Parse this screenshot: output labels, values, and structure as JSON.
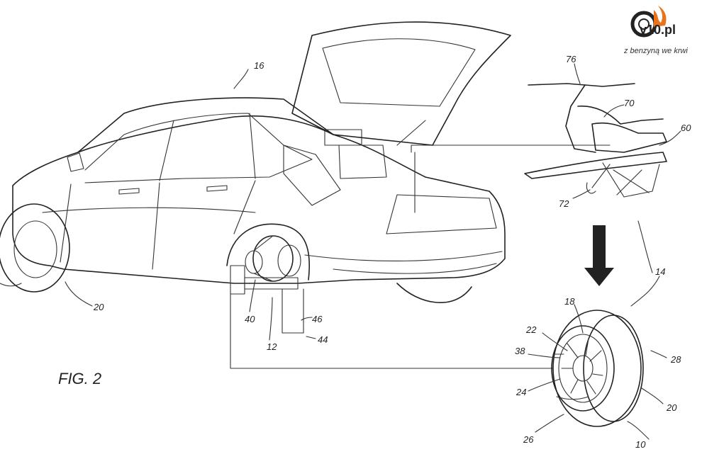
{
  "figure": {
    "caption": "FIG. 2",
    "reference_numerals": [
      "16",
      "76",
      "70",
      "60",
      "72",
      "14",
      "18",
      "22",
      "38",
      "24",
      "26",
      "10",
      "20",
      "28",
      "40",
      "12",
      "46",
      "44",
      "20"
    ]
  },
  "watermark": {
    "brand": "v10.pl",
    "tagline": "z benzyną we krwi",
    "icon": "tire-flame-icon",
    "flame_color": "#e8731a"
  }
}
